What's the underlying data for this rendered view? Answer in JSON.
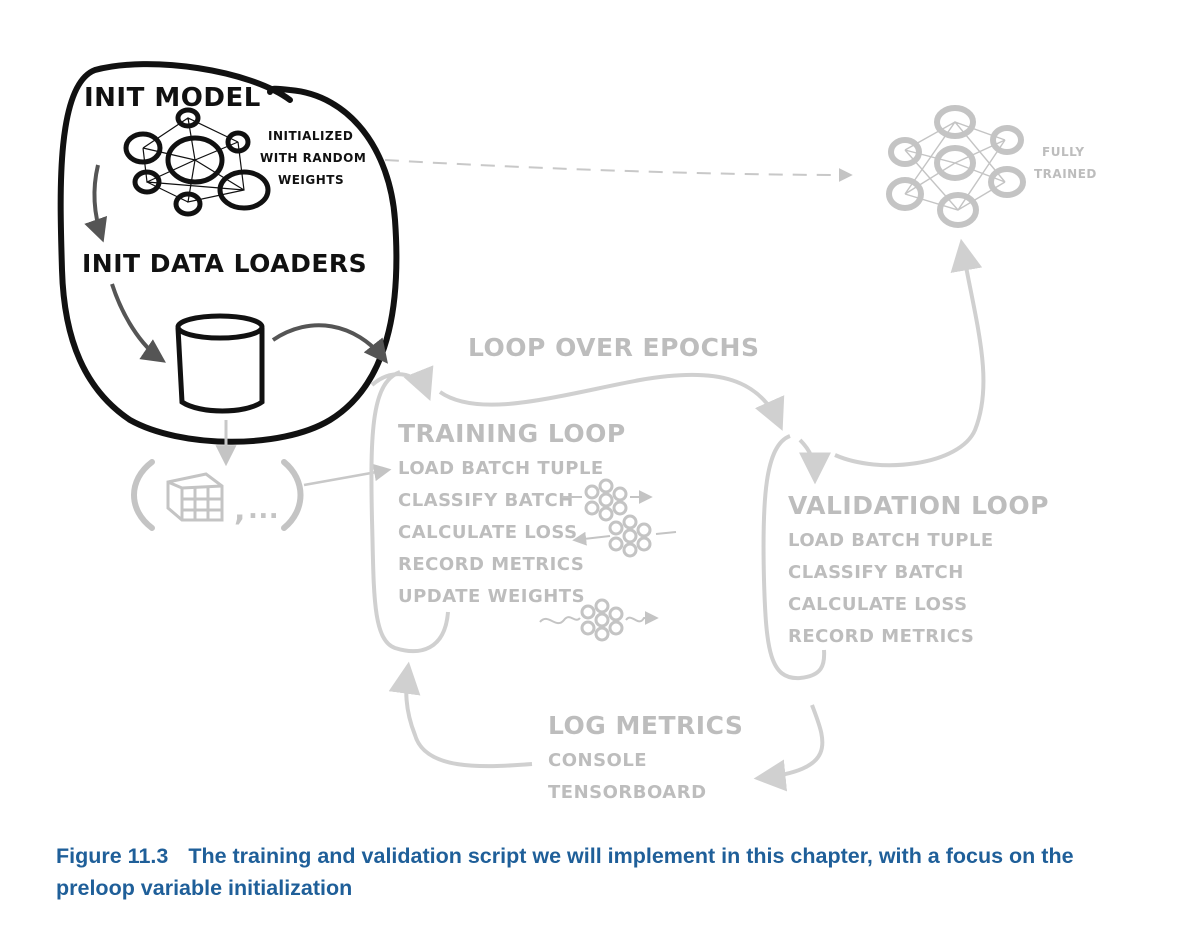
{
  "init_model": {
    "title": "INIT MODEL",
    "note": [
      "INITIALIZED",
      "WITH RANDOM",
      "WEIGHTS"
    ]
  },
  "init_data_loaders": {
    "title": "INIT DATA LOADERS"
  },
  "batch_tuple": {
    "ellipsis": "..."
  },
  "trained_model": {
    "note": [
      "FULLY",
      "TRAINED"
    ]
  },
  "loop_over_epochs": {
    "title": "LOOP OVER EPOCHS"
  },
  "training_loop": {
    "title": "TRAINING LOOP",
    "steps": [
      "LOAD BATCH TUPLE",
      "CLASSIFY BATCH",
      "CALCULATE LOSS",
      "RECORD METRICS",
      "UPDATE WEIGHTS"
    ]
  },
  "validation_loop": {
    "title": "VALIDATION LOOP",
    "steps": [
      "LOAD BATCH TUPLE",
      "CLASSIFY BATCH",
      "CALCULATE LOSS",
      "RECORD METRICS"
    ]
  },
  "log_metrics": {
    "title": "LOG METRICS",
    "targets": [
      "CONSOLE",
      "TENSORBOARD"
    ]
  },
  "caption": {
    "figure": "Figure 11.3",
    "text": "The training and validation script we will implement in this chapter, with a focus on the preloop variable initialization"
  },
  "colors": {
    "highlight": "#111111",
    "faded": "#c4c4c4",
    "faded_text": "#b3b3b3",
    "caption": "#1f5f99"
  }
}
